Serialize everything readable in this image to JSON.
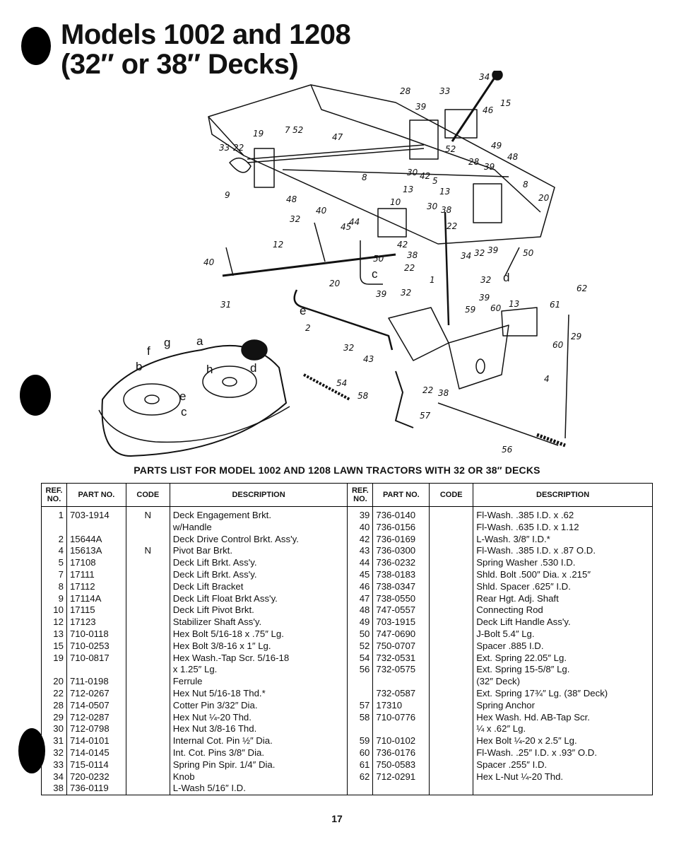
{
  "page": {
    "title_line1": "Models 1002 and 1208",
    "title_line2": "(32″ or 38″ Decks)",
    "parts_heading": "PARTS LIST FOR MODEL 1002 AND 1208 LAWN TRACTORS WITH 32 OR 38″ DECKS",
    "page_number": "17"
  },
  "diagram": {
    "callouts": [
      "34",
      "28",
      "33",
      "15",
      "39",
      "46",
      "19",
      "7",
      "52",
      "47",
      "49",
      "33",
      "22",
      "52",
      "48",
      "28",
      "39",
      "8",
      "30",
      "42",
      "5",
      "9",
      "48",
      "8",
      "13",
      "13",
      "10",
      "20",
      "30",
      "38",
      "40",
      "32",
      "45",
      "44",
      "22",
      "12",
      "42",
      "38",
      "34",
      "32",
      "39",
      "50",
      "40",
      "50",
      "22",
      "20",
      "1",
      "32",
      "c",
      "d",
      "39",
      "32",
      "39",
      "31",
      "62",
      "e",
      "59",
      "60",
      "13",
      "61",
      "2",
      "g",
      "a",
      "f",
      "b",
      "h",
      "d",
      "e",
      "c",
      "32",
      "43",
      "29",
      "60",
      "54",
      "4",
      "58",
      "22",
      "38",
      "57",
      "56"
    ]
  },
  "table": {
    "headers": {
      "ref": "REF. NO.",
      "part": "PART NO.",
      "code": "CODE",
      "desc": "DESCRIPTION"
    },
    "rows": [
      {
        "l_ref": "1",
        "l_part": "703-1914",
        "l_code": "N",
        "l_desc": "Deck Engagement Brkt.",
        "r_ref": "39",
        "r_part": "736-0140",
        "r_code": "",
        "r_desc": "Fl-Wash. .385 I.D. x .62"
      },
      {
        "l_ref": "",
        "l_part": "",
        "l_code": "",
        "l_desc": "   w/Handle",
        "r_ref": "40",
        "r_part": "736-0156",
        "r_code": "",
        "r_desc": "Fl-Wash. .635 I.D. x 1.12"
      },
      {
        "l_ref": "2",
        "l_part": "15644A",
        "l_code": "",
        "l_desc": "Deck Drive Control Brkt. Ass'y.",
        "r_ref": "42",
        "r_part": "736-0169",
        "r_code": "",
        "r_desc": "L-Wash. 3/8″ I.D.*"
      },
      {
        "l_ref": "4",
        "l_part": "15613A",
        "l_code": "N",
        "l_desc": "Pivot Bar Brkt.",
        "r_ref": "43",
        "r_part": "736-0300",
        "r_code": "",
        "r_desc": "Fl-Wash. .385 I.D. x .87 O.D."
      },
      {
        "l_ref": "5",
        "l_part": "17108",
        "l_code": "",
        "l_desc": "Deck Lift Brkt. Ass'y.",
        "r_ref": "44",
        "r_part": "736-0232",
        "r_code": "",
        "r_desc": "Spring Washer .530 I.D."
      },
      {
        "l_ref": "7",
        "l_part": "17111",
        "l_code": "",
        "l_desc": "Deck Lift Brkt. Ass'y.",
        "r_ref": "45",
        "r_part": "738-0183",
        "r_code": "",
        "r_desc": "Shld. Bolt .500″ Dia. x .215″"
      },
      {
        "l_ref": "8",
        "l_part": "17112",
        "l_code": "",
        "l_desc": "Deck Lift Bracket",
        "r_ref": "46",
        "r_part": "738-0347",
        "r_code": "",
        "r_desc": "Shld. Spacer .625″ I.D."
      },
      {
        "l_ref": "9",
        "l_part": "17114A",
        "l_code": "",
        "l_desc": "Deck Lift Float Brkt Ass'y.",
        "r_ref": "47",
        "r_part": "738-0550",
        "r_code": "",
        "r_desc": "Rear Hgt. Adj. Shaft"
      },
      {
        "l_ref": "10",
        "l_part": "17115",
        "l_code": "",
        "l_desc": "Deck Lift Pivot Brkt.",
        "r_ref": "48",
        "r_part": "747-0557",
        "r_code": "",
        "r_desc": "Connecting Rod"
      },
      {
        "l_ref": "12",
        "l_part": "17123",
        "l_code": "",
        "l_desc": "Stabilizer Shaft Ass'y.",
        "r_ref": "49",
        "r_part": "703-1915",
        "r_code": "",
        "r_desc": "Deck Lift Handle Ass'y."
      },
      {
        "l_ref": "13",
        "l_part": "710-0118",
        "l_code": "",
        "l_desc": "Hex Bolt 5/16-18 x .75″ Lg.",
        "r_ref": "50",
        "r_part": "747-0690",
        "r_code": "",
        "r_desc": "J-Bolt 5.4″ Lg."
      },
      {
        "l_ref": "15",
        "l_part": "710-0253",
        "l_code": "",
        "l_desc": "Hex Bolt 3/8-16 x 1″ Lg.",
        "r_ref": "52",
        "r_part": "750-0707",
        "r_code": "",
        "r_desc": "Spacer .885 I.D."
      },
      {
        "l_ref": "19",
        "l_part": "710-0817",
        "l_code": "",
        "l_desc": "Hex Wash.-Tap Scr. 5/16-18",
        "r_ref": "54",
        "r_part": "732-0531",
        "r_code": "",
        "r_desc": "Ext. Spring 22.05″ Lg."
      },
      {
        "l_ref": "",
        "l_part": "",
        "l_code": "",
        "l_desc": "   x 1.25″ Lg.",
        "r_ref": "56",
        "r_part": "732-0575",
        "r_code": "",
        "r_desc": "Ext. Spring 15-5/8″ Lg."
      },
      {
        "l_ref": "20",
        "l_part": "711-0198",
        "l_code": "",
        "l_desc": "Ferrule",
        "r_ref": "",
        "r_part": "",
        "r_code": "",
        "r_desc": "   (32″ Deck)"
      },
      {
        "l_ref": "22",
        "l_part": "712-0267",
        "l_code": "",
        "l_desc": "Hex Nut 5/16-18 Thd.*",
        "r_ref": "",
        "r_part": "732-0587",
        "r_code": "",
        "r_desc": "Ext. Spring 17¾″ Lg. (38″ Deck)"
      },
      {
        "l_ref": "28",
        "l_part": "714-0507",
        "l_code": "",
        "l_desc": "Cotter Pin 3/32″ Dia.",
        "r_ref": "57",
        "r_part": "17310",
        "r_code": "",
        "r_desc": "Spring Anchor"
      },
      {
        "l_ref": "29",
        "l_part": "712-0287",
        "l_code": "",
        "l_desc": "Hex Nut ¼-20 Thd.",
        "r_ref": "58",
        "r_part": "710-0776",
        "r_code": "",
        "r_desc": "Hex Wash. Hd. AB-Tap Scr."
      },
      {
        "l_ref": "30",
        "l_part": "712-0798",
        "l_code": "",
        "l_desc": "Hex Nut 3/8-16 Thd.",
        "r_ref": "",
        "r_part": "",
        "r_code": "",
        "r_desc": "   ¼ x .62″ Lg."
      },
      {
        "l_ref": "31",
        "l_part": "714-0101",
        "l_code": "",
        "l_desc": "Internal Cot. Pin ½″ Dia.",
        "r_ref": "59",
        "r_part": "710-0102",
        "r_code": "",
        "r_desc": "Hex Bolt ¼-20 x 2.5″ Lg."
      },
      {
        "l_ref": "32",
        "l_part": "714-0145",
        "l_code": "",
        "l_desc": "Int. Cot. Pins 3/8″ Dia.",
        "r_ref": "60",
        "r_part": "736-0176",
        "r_code": "",
        "r_desc": "Fl-Wash. .25″ I.D. x .93″ O.D."
      },
      {
        "l_ref": "33",
        "l_part": "715-0114",
        "l_code": "",
        "l_desc": "Spring Pin Spir. 1/4″ Dia.",
        "r_ref": "61",
        "r_part": "750-0583",
        "r_code": "",
        "r_desc": "Spacer .255″ I.D."
      },
      {
        "l_ref": "34",
        "l_part": "720-0232",
        "l_code": "",
        "l_desc": "Knob",
        "r_ref": "62",
        "r_part": "712-0291",
        "r_code": "",
        "r_desc": "Hex L-Nut ¼-20 Thd."
      },
      {
        "l_ref": "38",
        "l_part": "736-0119",
        "l_code": "",
        "l_desc": "L-Wash 5/16″ I.D.",
        "r_ref": "",
        "r_part": "",
        "r_code": "",
        "r_desc": ""
      }
    ]
  }
}
